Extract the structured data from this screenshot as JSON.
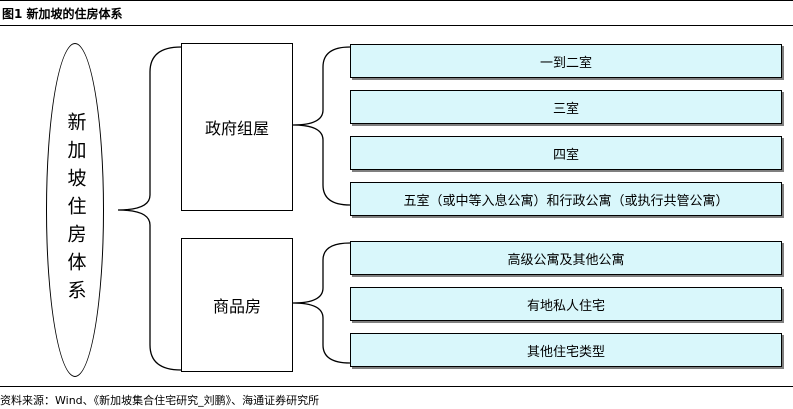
{
  "figure": {
    "title": "图1  新加坡的住房体系",
    "source": "资料来源：Wind、《新加坡集合住宅研究_刘鹏》、海通证券研究所"
  },
  "root": {
    "label": "新加坡住房体系"
  },
  "categories": [
    {
      "label": "政府组屋",
      "items": [
        "一到二室",
        "三室",
        "四室",
        "五室（或中等入息公寓）和行政公寓（或执行共管公寓）"
      ]
    },
    {
      "label": "商品房",
      "items": [
        "高级公寓及其他公寓",
        "有地私人住宅",
        "其他住宅类型"
      ]
    }
  ]
}
